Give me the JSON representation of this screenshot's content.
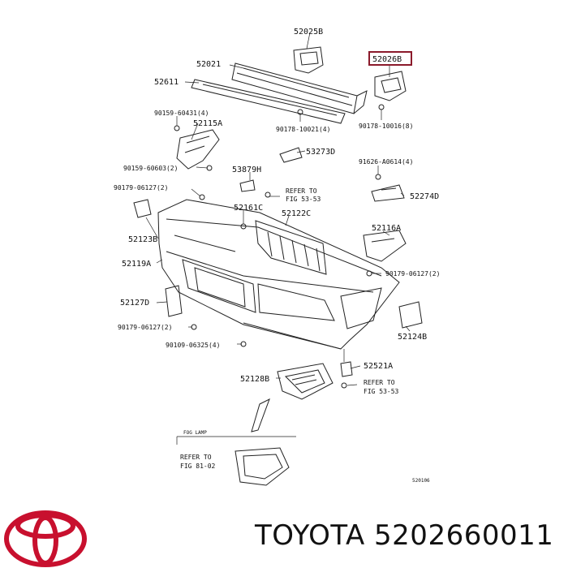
{
  "highlight_color": "#8b1a2b",
  "logo_color": "#c8102e",
  "brand": "TOYOTA",
  "part_number": "5202660011",
  "callouts": {
    "c52025b": "52025B",
    "c52026b": "52026B",
    "c52021": "52021",
    "c52611": "52611",
    "c90159_60431": "90159-60431(4)",
    "c52115a": "52115A",
    "c90178_10021": "90178-10021(4)",
    "c90178_10016": "90178-10016(8)",
    "c53273d": "53273D",
    "c91626": "91626-A0614(4)",
    "c90159_60603": "90159-60603(2)",
    "c53879h": "53879H",
    "c90179_a": "90179-06127(2)",
    "c52274d": "52274D",
    "c52161c": "52161C",
    "c52122c": "52122C",
    "c52123b": "52123B",
    "c52116a": "52116A",
    "c52119a": "52119A",
    "c90179_b": "90179-06127(2)",
    "c52127d": "52127D",
    "c90179_c": "90179-06127(2)",
    "c52124b": "52124B",
    "c90109": "90109-06325(4)",
    "c52521a": "52521A",
    "c52128b": "52128B",
    "fog_lamp": "FOG LAMP",
    "diagram_code": "520106"
  },
  "refs": {
    "ref1_l1": "REFER TO",
    "ref1_l2": "FIG 53-53",
    "ref2_l1": "REFER TO",
    "ref2_l2": "FIG 53-53",
    "ref3_l1": "REFER TO",
    "ref3_l2": "FIG 81-02"
  }
}
